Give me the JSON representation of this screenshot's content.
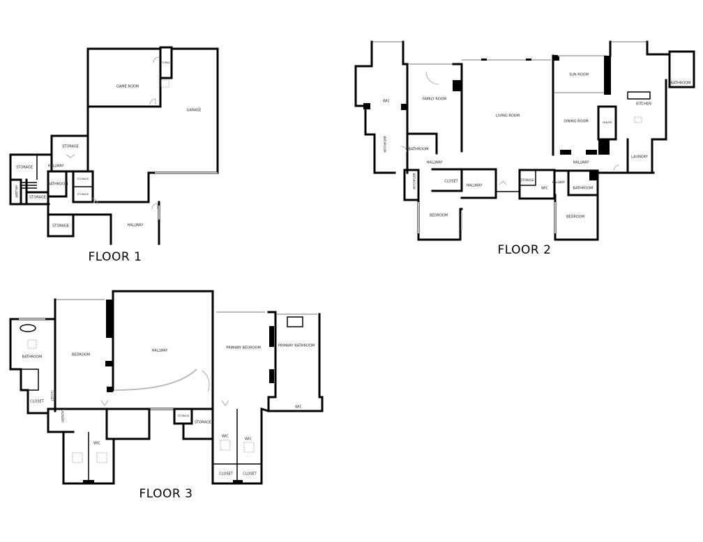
{
  "floors": [
    {
      "title": "FLOOR 1",
      "rooms": [
        "GAME ROOM",
        "STORAGE",
        "GARAGE",
        "STORAGE",
        "STORAGE",
        "HALLWAY",
        "BATHROOM",
        "STORAGE",
        "STORAGE",
        "HALLWAY",
        "STORAGE",
        "STORAGE",
        "HALLWAY"
      ]
    },
    {
      "title": "FLOOR 2",
      "rooms": [
        "WIC",
        "FAMILY ROOM",
        "LIVING ROOM",
        "SUN ROOM",
        "DINING ROOM",
        "PANTRY",
        "KITCHEN",
        "BATHROOM",
        "BATHROOM",
        "BATHROOM",
        "HALLWAY",
        "HALLWAY",
        "LAUNDRY",
        "BATHROOM",
        "CLOSET",
        "HALLWAY",
        "STORAGE",
        "WIC",
        "HALLWAY",
        "BATHROOM",
        "BEDROOM",
        "BEDROOM"
      ]
    },
    {
      "title": "FLOOR 3",
      "rooms": [
        "BATHROOM",
        "BEDROOM",
        "HALLWAY",
        "PRIMARY BEDROOM",
        "PRIMARY BATHROOM",
        "CLOSET",
        "CLOSET",
        "LAUNDRY",
        "WIC",
        "STORAGE",
        "STORAGE",
        "WIC",
        "WIC",
        "WIC",
        "CLOSET",
        "CLOSET"
      ]
    }
  ]
}
